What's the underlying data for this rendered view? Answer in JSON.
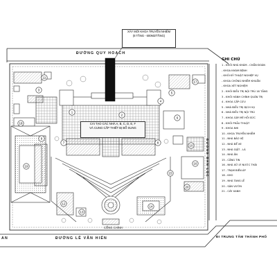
{
  "roads": {
    "top": "ĐƯỜNG   QUY   HOẠCH",
    "bottom": "ĐƯỜNG   LÊ   VĂN   HIẾN",
    "right": "ĐƯỜNG   BẢN   LỘC",
    "bottom_right": "ĐI TRUNG TÂM THÀNH PHỐ",
    "bottom_left": "AN"
  },
  "callouts": {
    "new_building": [
      "XÂY MỚI KHOA TRUYỀN NHIỄM",
      "(8 TẦNG - 600M2/TẦNG)"
    ],
    "renovation": [
      "CẢI TẠO CÁC NHÀ A, B, C, D, E, F",
      "VÀ CUNG CẤP THIẾT BỊ BỔ SUNG"
    ],
    "gate": "CỔNG CHÍNH"
  },
  "legend": {
    "title": "GHI CHÚ",
    "items": [
      "1 - KHỐI NHÀ KHÁM - CHẨN ĐOÁN",
      "- KHOA KHÁM BỆNH",
      "- KHỐI KỸ THUẬT NGHIỆP VỤ",
      "- KHOA CHỐNG NHIỄM KHUẨN",
      "- KHOA XÉT NGHIỆM",
      "2 - KHỐI ĐIỀU TRỊ NỘI TRÚ 16 TẦNG",
      "3 - KHỐI HÀNH CHÍNH QUẢN TRỊ",
      "4 - KHOA CẤP CỨU",
      "5 - NHÀ ĐIỀU TRỊ DỊCH VỤ",
      "6 - NHÀ ĐIỀU TRỊ NỘI TRÚ",
      "7 - KHOA GÂY MÊ HỒI SỨC",
      "8 - KHỐI PHẪU THUẬT",
      "9 - KHOA NHI",
      "10 - KHOA TRUYỀN NHIỄM",
      "11 - NHÀ BẢO VỆ",
      "12 - NHÀ ĐỂ XE",
      "13 - NHÀ GIẶT - LÀ",
      "14 - NHÀ ĂN",
      "15 - CĂNG TIN",
      "16 - NHÀ XỬ LÝ NƯỚC THẢI",
      "17 - TRẠM BIẾN ÁP",
      "18 - KHO",
      "19 - NHÀ TANG LỄ",
      "20 - SÂN VƯỜN",
      "21 - CÂY XANH"
    ]
  },
  "numbers": [
    "1",
    "2",
    "3",
    "4",
    "5",
    "6",
    "7",
    "8",
    "9",
    "10",
    "11",
    "12",
    "13",
    "14",
    "15",
    "16",
    "17",
    "18",
    "19",
    "20"
  ],
  "colors": {
    "line": "#2b2b2b",
    "fill_dark": "#111111",
    "hatch": "#999999",
    "bg": "#ffffff"
  }
}
